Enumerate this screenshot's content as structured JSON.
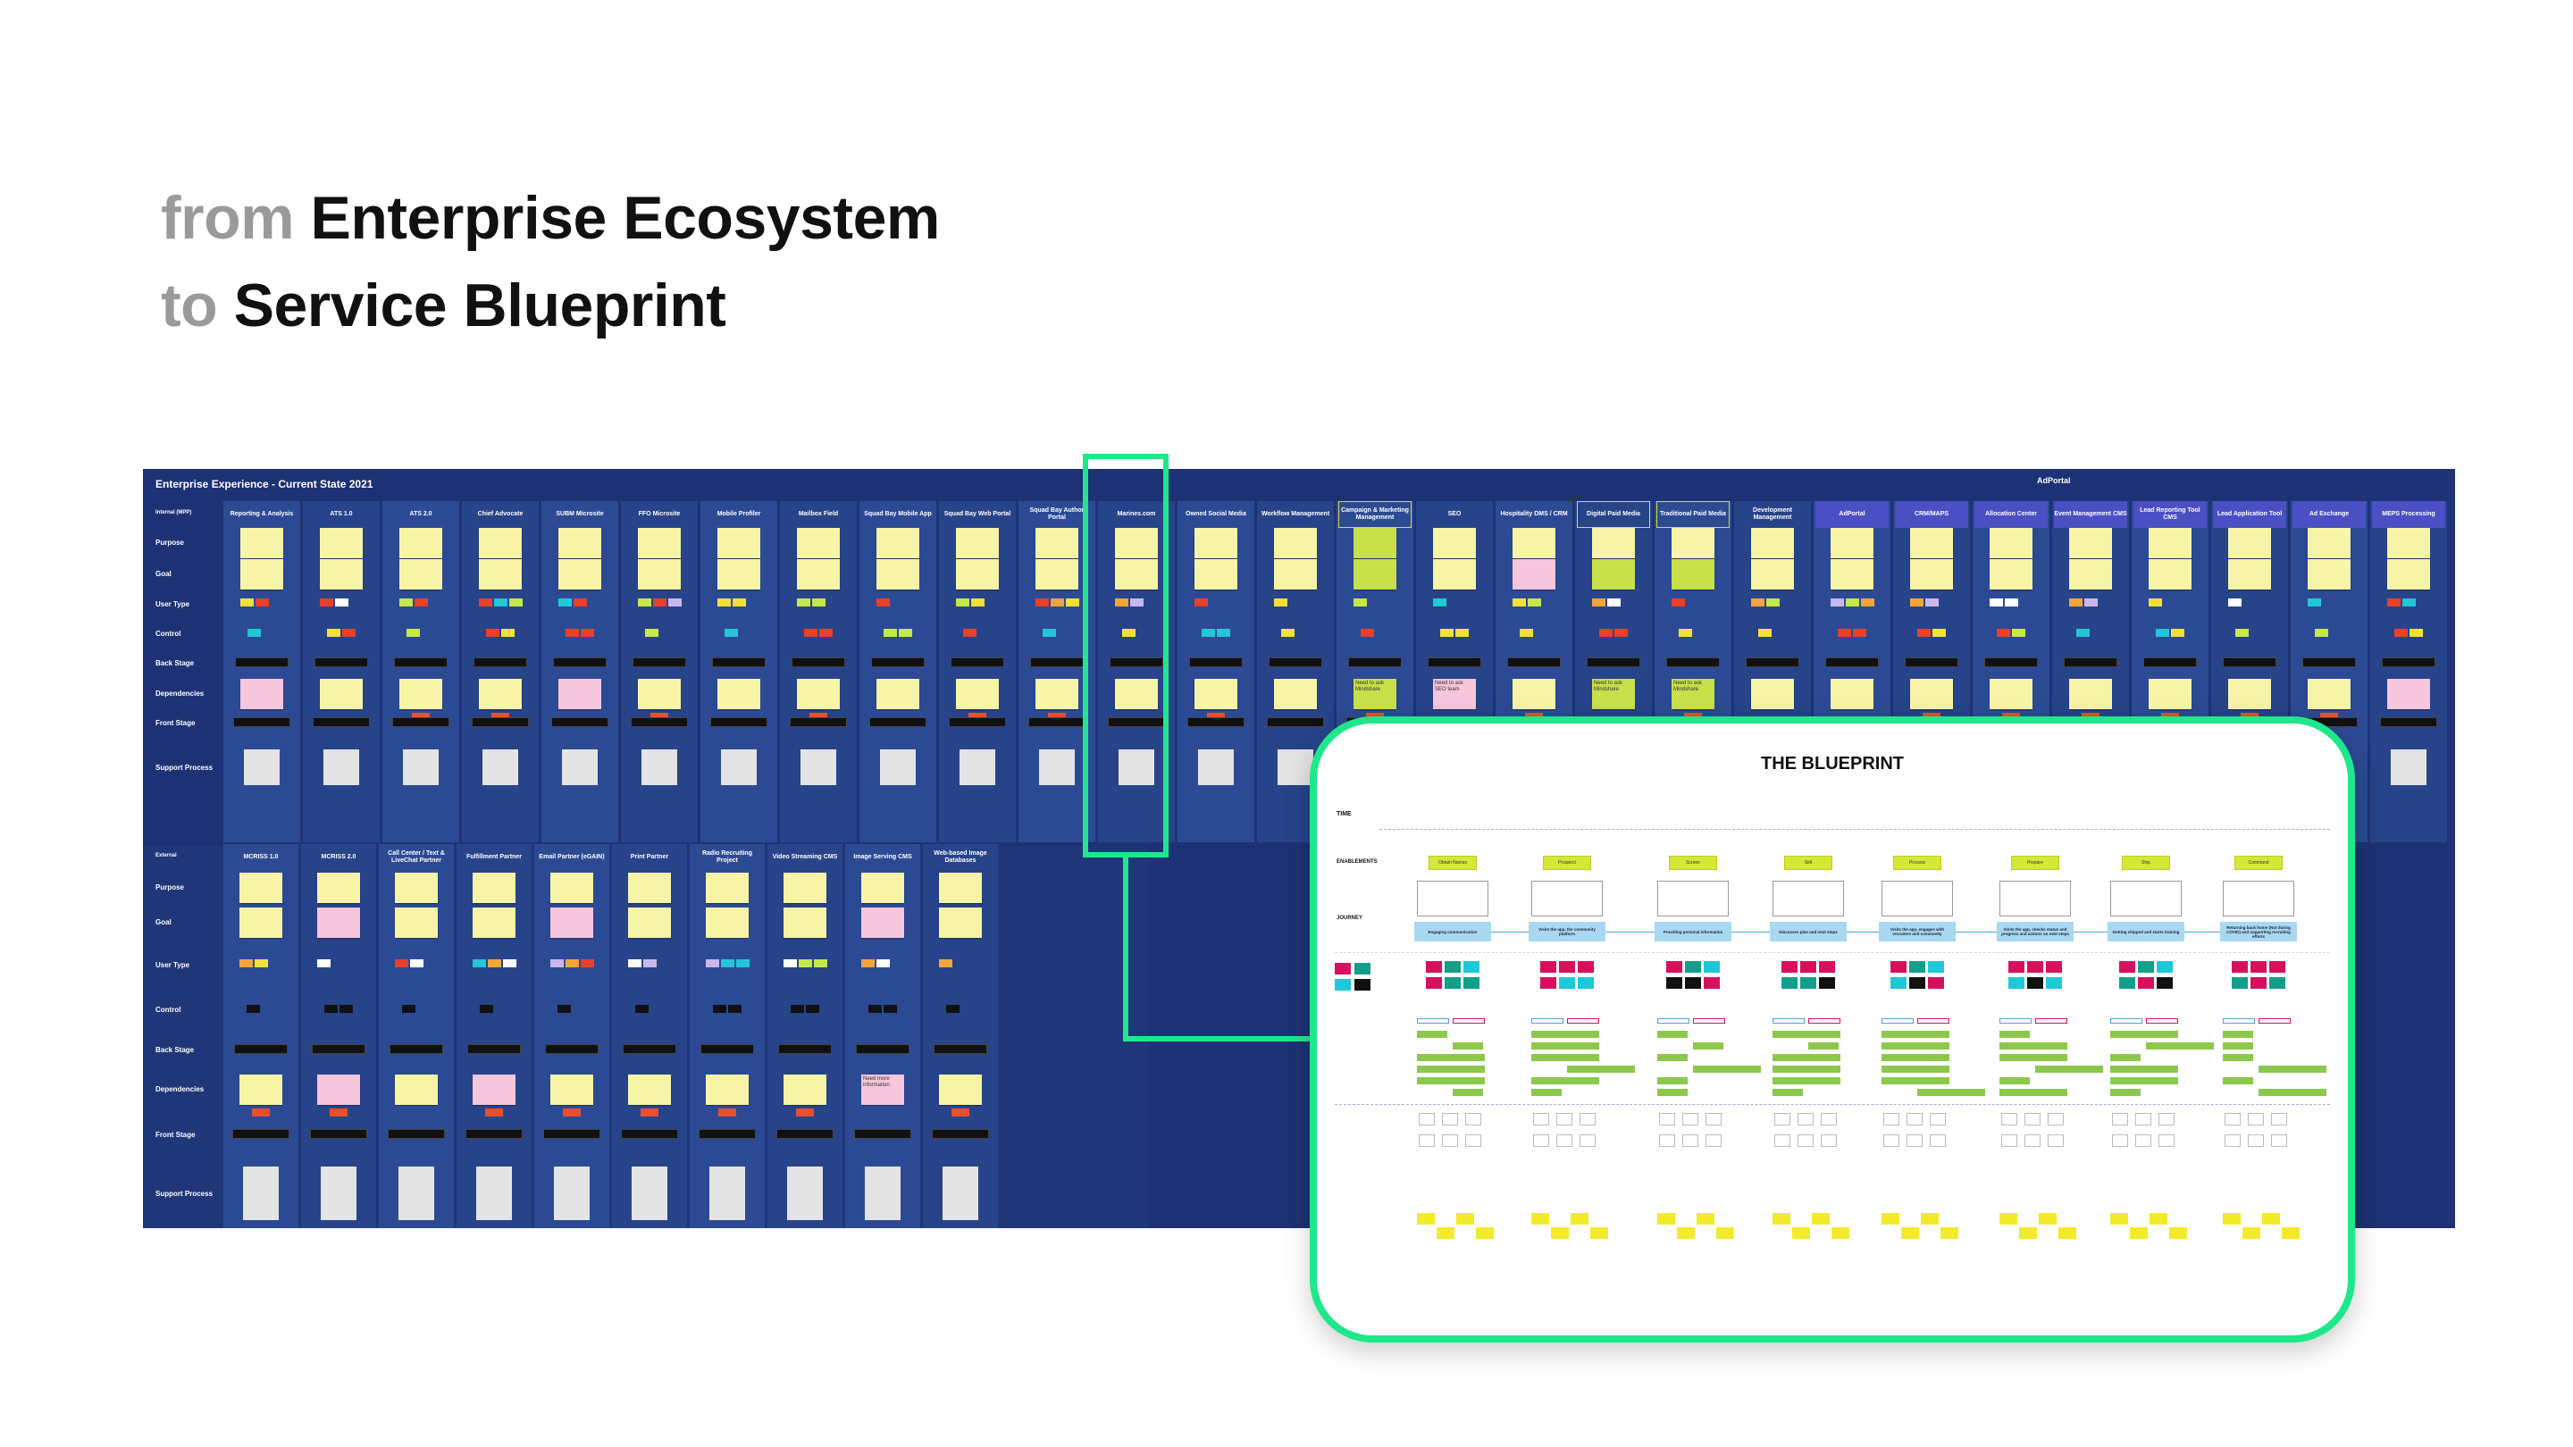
{
  "headline": {
    "line1_prefix": "from",
    "line1_main": "Enterprise Ecosystem",
    "line2_prefix": "to",
    "line2_main": "Service Blueprint"
  },
  "board": {
    "title": "Enterprise Experience - Current State 2021",
    "group_label": "AdPortal",
    "upper": {
      "section_label": "Internal (MPP)",
      "row_labels": [
        "Purpose",
        "Goal",
        "User Type",
        "Control",
        "Back Stage",
        "Dependencies",
        "Front Stage",
        "Support Process"
      ],
      "columns": [
        "Reporting & Analysis",
        "ATS 1.0",
        "ATS 2.0",
        "Chief Advocate",
        "SUBM Microsite",
        "FFO Microsite",
        "Mobile Profiler",
        "Mailbox Field",
        "Squad Bay Mobile App",
        "Squad Bay Web Portal",
        "Squad Bay Author Portal",
        "Marines.com",
        "Owned Social Media",
        "Workflow Management",
        "Campaign & Marketing Management",
        "SEO",
        "Hospitality DMS / CRM",
        "Digital Paid Media",
        "Traditional Paid Media",
        "Development Management",
        "AdPortal",
        "CRM/MAPS",
        "Allocation Center",
        "Event Management CMS",
        "Lead Reporting Tool CMS",
        "Lead Application Tool",
        "Ad Exchange",
        "MEPS Processing"
      ]
    },
    "lower": {
      "section_label": "External",
      "row_labels": [
        "Purpose",
        "Goal",
        "User Type",
        "Control",
        "Back Stage",
        "Dependencies",
        "Front Stage",
        "Support Process"
      ],
      "columns": [
        "MCRISS 1.0",
        "MCRISS 2.0",
        "Call Center / Text & LiveChat Partner",
        "Fulfillment Partner",
        "Email Partner (eGAIN)",
        "Print Partner",
        "Radio Recruiting Project",
        "Video Streaming CMS",
        "Image Serving CMS",
        "Web-based Image Databases"
      ]
    },
    "note_texts": [
      "Need to ask Mindshare",
      "Need to ask SEO team",
      "Need more information"
    ],
    "colors": {
      "board": "#1d3274",
      "column": "#233b82",
      "sticky": "#f7f4a8",
      "pink": "#f6c6dc",
      "lime": "#c8e04a",
      "highlight": "#1ee88a"
    }
  },
  "blueprint": {
    "title": "THE BLUEPRINT",
    "row_labels": {
      "time": "TIME",
      "enablements": "ENABLEMENTS",
      "journey": "JOURNEY"
    },
    "enablements": [
      "Obtain Names",
      "Prospect",
      "Screen",
      "Sell",
      "Process",
      "Prepare",
      "Ship",
      "Command"
    ],
    "journey": [
      "Engaging communication",
      "Visits the app, the community platform",
      "Providing personal information",
      "Discusses plan and next steps",
      "Visits the app, engages with recruiters and community",
      "Visits the app, checks status and progress and actions on next steps",
      "Getting shipped and starts training",
      "Returning back home (Not during COVID) and supporting recruiting efforts"
    ],
    "colors": {
      "enablement": "#d4e83a",
      "journey": "#a9d8f2",
      "action_magenta": "#d6105e",
      "action_teal": "#129e8a",
      "action_cyan": "#1ec8d8",
      "technology": "#8cc84b",
      "support": "#f3ea2c"
    }
  }
}
